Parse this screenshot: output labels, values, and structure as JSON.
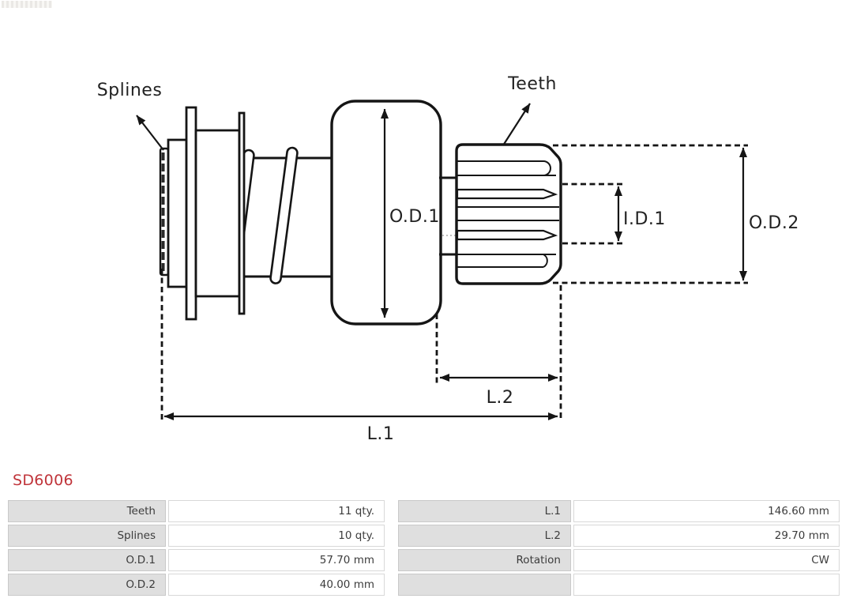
{
  "part": {
    "number": "SD6006"
  },
  "colors": {
    "accent": "#c0343a",
    "table_label_bg": "#dfdfdf",
    "table_border": "#cccccc",
    "drawing_stroke": "#151515"
  },
  "drawing": {
    "labels": {
      "splines": "Splines",
      "teeth": "Teeth",
      "od1": "O.D.1",
      "id1": "I.D.1",
      "od2": "O.D.2",
      "l2": "L.2",
      "l1": "L.1"
    }
  },
  "specs": {
    "left": [
      {
        "label": "Teeth",
        "value": "11 qty."
      },
      {
        "label": "Splines",
        "value": "10 qty."
      },
      {
        "label": "O.D.1",
        "value": "57.70 mm"
      },
      {
        "label": "O.D.2",
        "value": "40.00 mm"
      }
    ],
    "right": [
      {
        "label": "L.1",
        "value": "146.60 mm"
      },
      {
        "label": "L.2",
        "value": "29.70 mm"
      },
      {
        "label": "Rotation",
        "value": "CW"
      },
      {
        "label": "",
        "value": ""
      }
    ]
  }
}
